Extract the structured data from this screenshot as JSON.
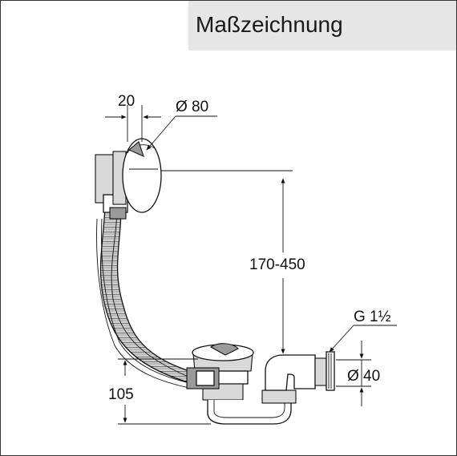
{
  "title": "Maßzeichnung",
  "dimensions": {
    "width_20": "20",
    "diameter_80": "Ø 80",
    "height_range": "170-450",
    "thread": "G 1½",
    "diameter_40": "Ø 40",
    "height_105": "105"
  }
}
